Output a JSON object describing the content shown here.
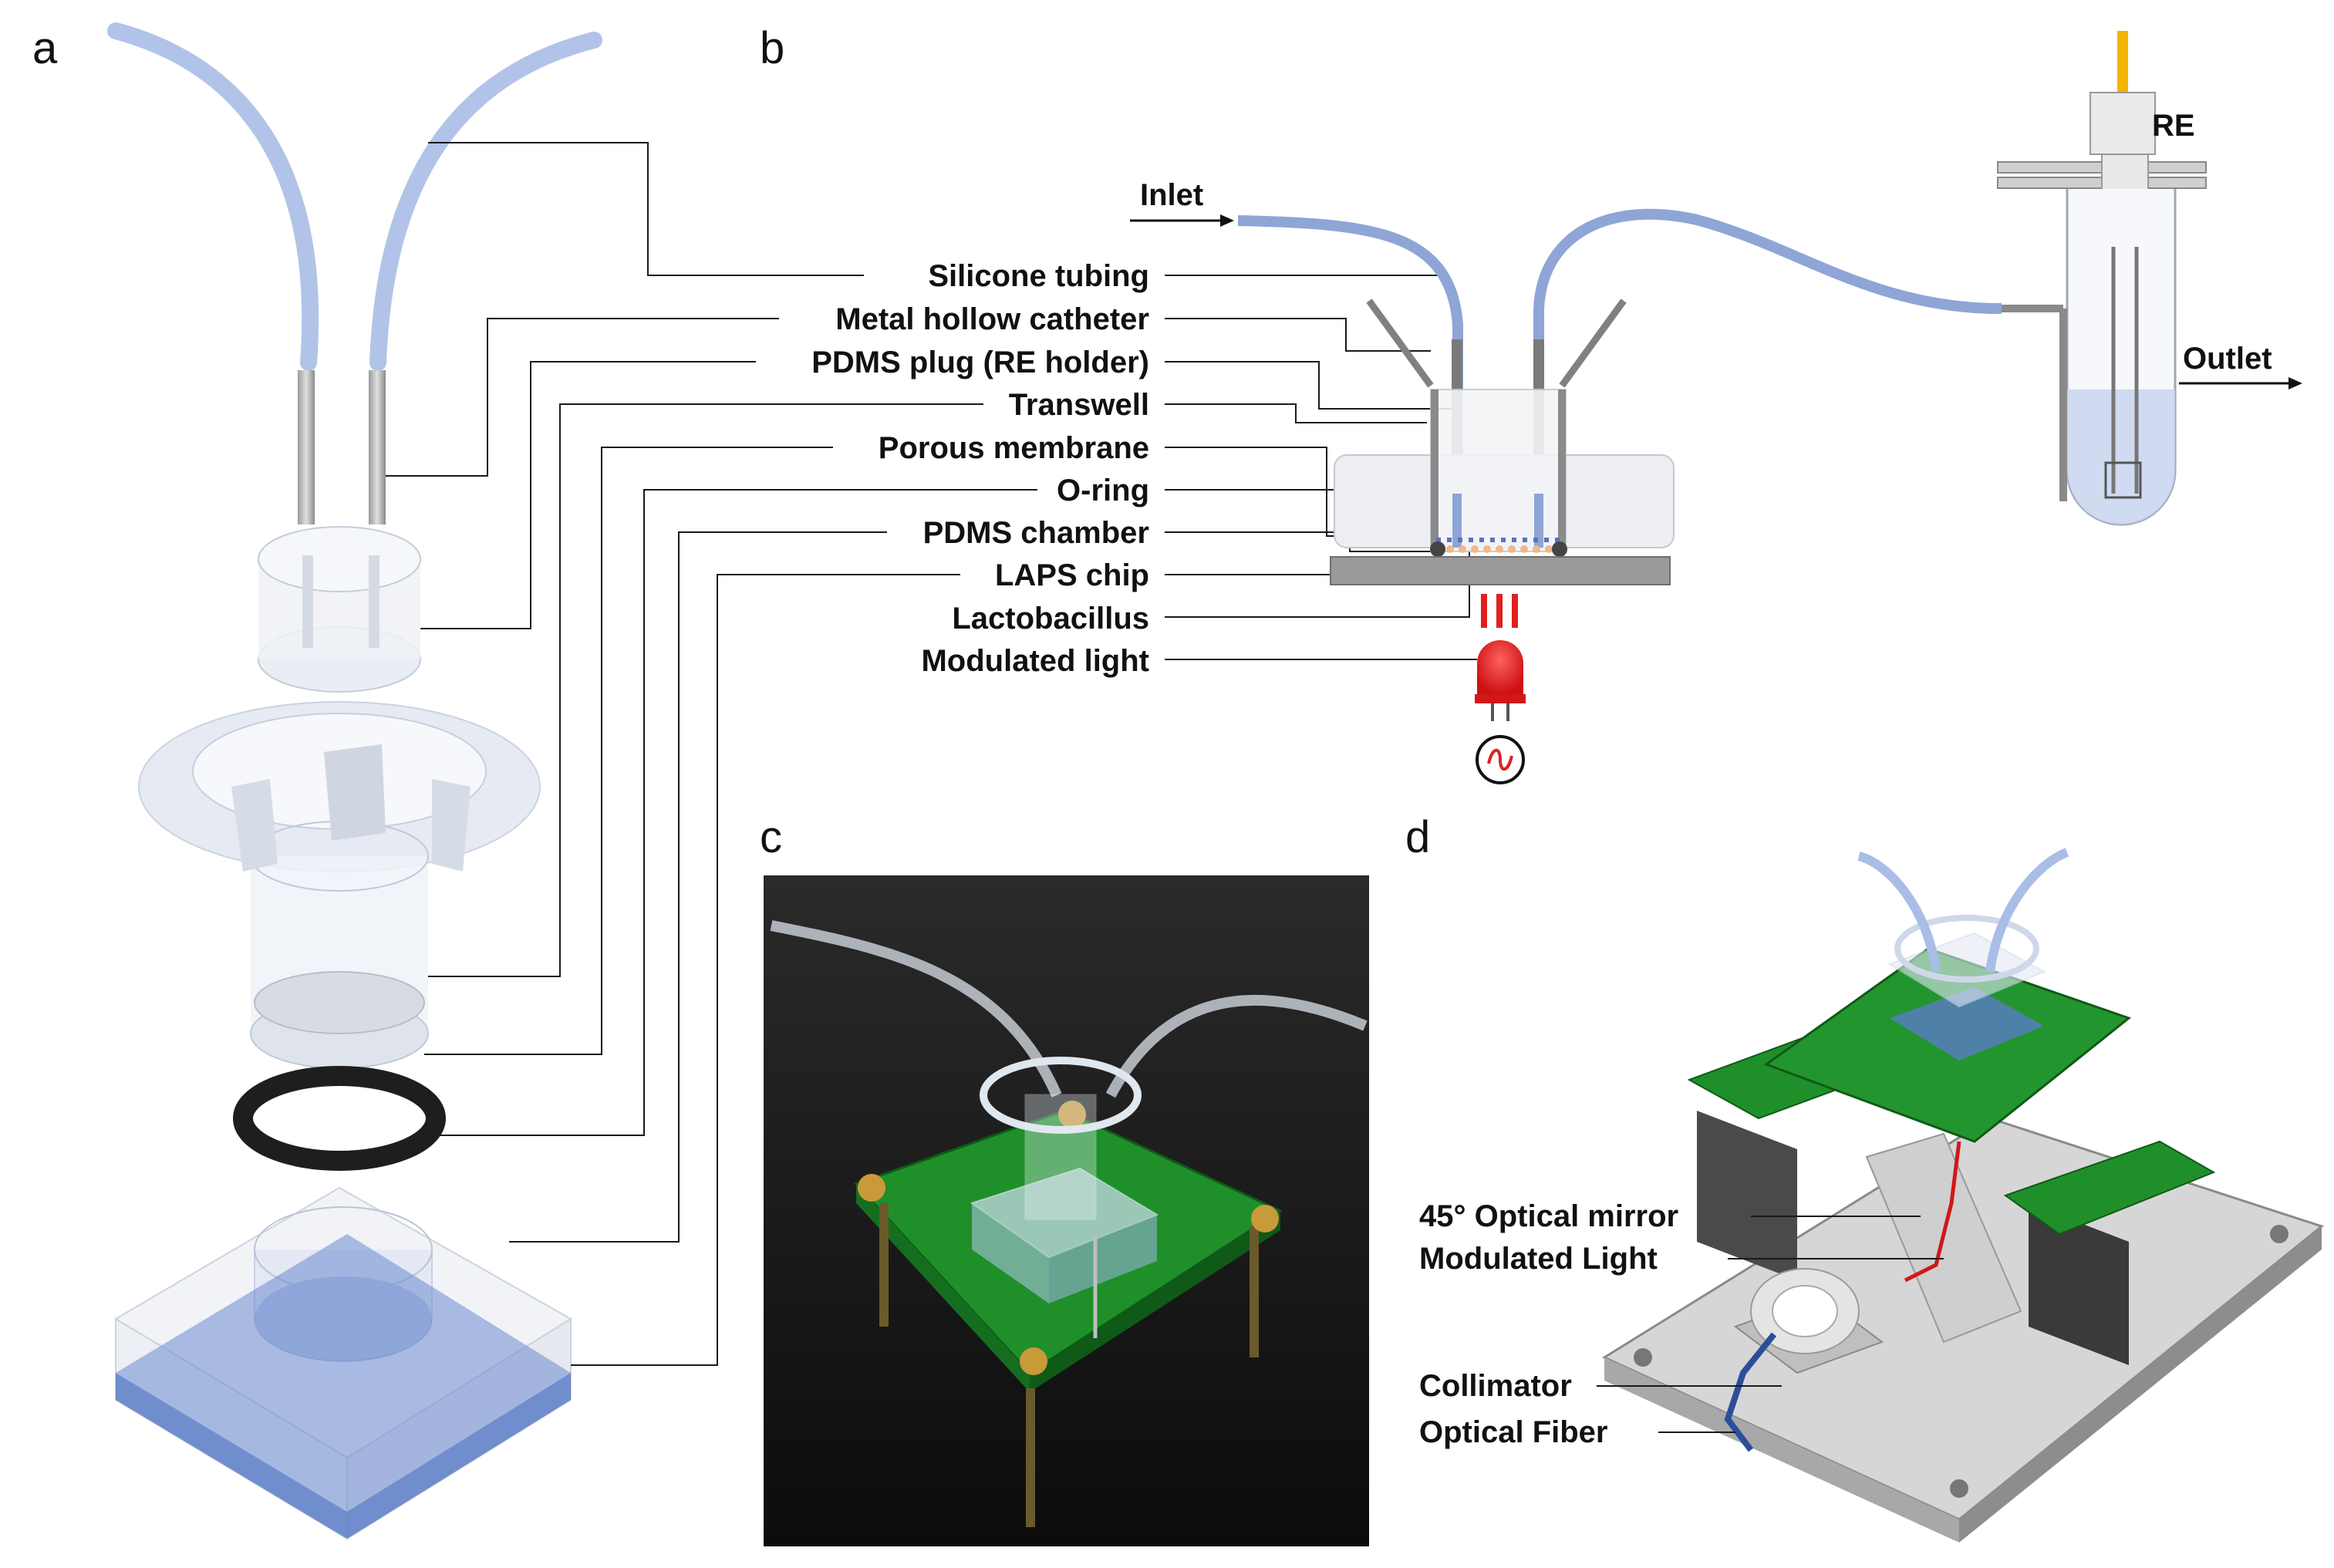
{
  "panels": {
    "a": "a",
    "b": "b",
    "c": "c",
    "d": "d"
  },
  "labels": {
    "silicone_tubing": "Silicone tubing",
    "metal_catheter": "Metal hollow catheter",
    "pdms_plug": "PDMS plug (RE holder)",
    "transwell": "Transwell",
    "porous_membrane": "Porous membrane",
    "o_ring": "O-ring",
    "pdms_chamber": "PDMS chamber",
    "laps_chip": "LAPS chip",
    "lactobacillus": "Lactobacillus",
    "modulated_light": "Modulated light"
  },
  "flow": {
    "inlet": "Inlet",
    "outlet": "Outlet",
    "re": "RE"
  },
  "panel_d": {
    "mirror": "45° Optical mirror",
    "modulated_light": "Modulated Light",
    "collimator": "Collimator",
    "fiber": "Optical Fiber"
  },
  "colors": {
    "tubing": "#a9bde6",
    "chamber_fill": "#5a7cc7",
    "pcb_green": "#1f8f2a",
    "led_red": "#e02020",
    "wire_yellow": "#f2b400"
  }
}
